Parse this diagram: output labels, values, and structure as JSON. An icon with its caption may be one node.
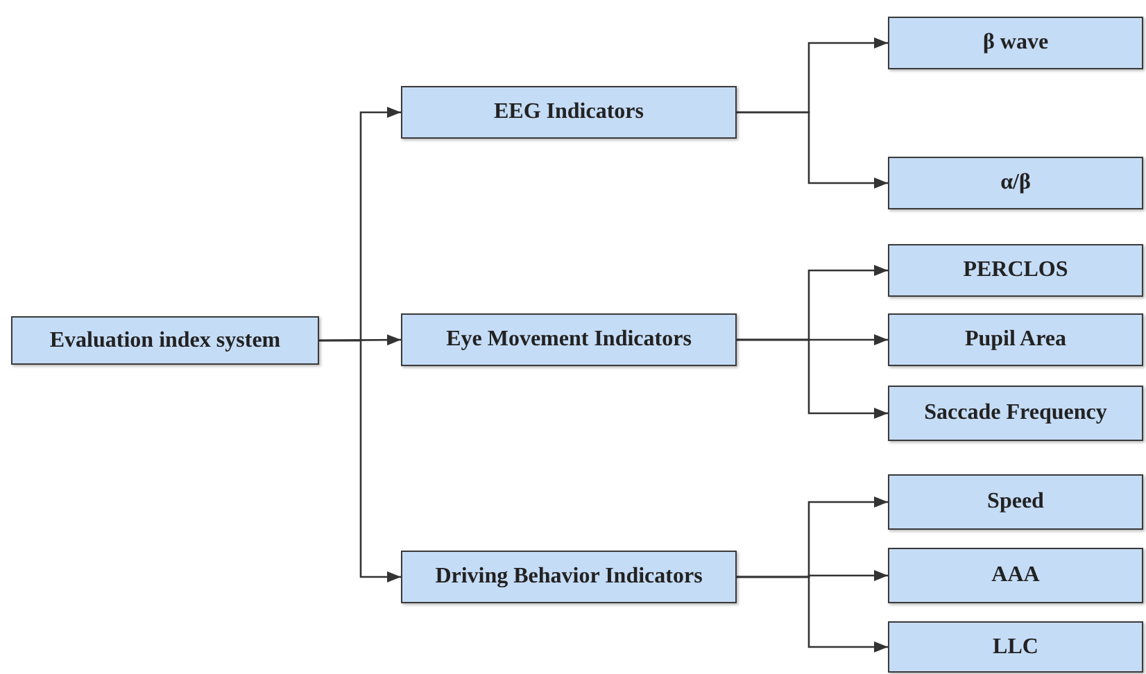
{
  "diagram": {
    "nodes": [
      {
        "text": [
          "Evaluation index system"
        ]
      },
      {
        "text": [
          "EEG Indicators"
        ]
      },
      {
        "text": [
          "Eye Movement Indicators"
        ]
      },
      {
        "text": [
          "Driving Behavior Indicators"
        ]
      },
      {
        "text": [
          "β wave"
        ]
      },
      {
        "text": [
          "α/β"
        ]
      },
      {
        "text": [
          "PERCLOS"
        ]
      },
      {
        "text": [
          "Pupil Area"
        ]
      },
      {
        "text": [
          "Saccade Frequency"
        ]
      },
      {
        "text": [
          "Speed"
        ]
      },
      {
        "text": [
          "AAA"
        ]
      },
      {
        "text": [
          "LLC"
        ]
      }
    ],
    "edges": [
      {
        "from": 0,
        "to": 1,
        "arrow": "to"
      },
      {
        "from": 0,
        "to": 2,
        "arrow": "to"
      },
      {
        "from": 0,
        "to": 3,
        "arrow": "to"
      },
      {
        "from": 1,
        "to": 4,
        "arrow": "to"
      },
      {
        "from": 1,
        "to": 5,
        "arrow": "to"
      },
      {
        "from": 2,
        "to": 6,
        "arrow": "to"
      },
      {
        "from": 2,
        "to": 7,
        "arrow": "to"
      },
      {
        "from": 2,
        "to": 8,
        "arrow": "to"
      },
      {
        "from": 3,
        "to": 9,
        "arrow": "to"
      },
      {
        "from": 3,
        "to": 10,
        "arrow": "to"
      },
      {
        "from": 3,
        "to": 11,
        "arrow": "to"
      }
    ]
  }
}
